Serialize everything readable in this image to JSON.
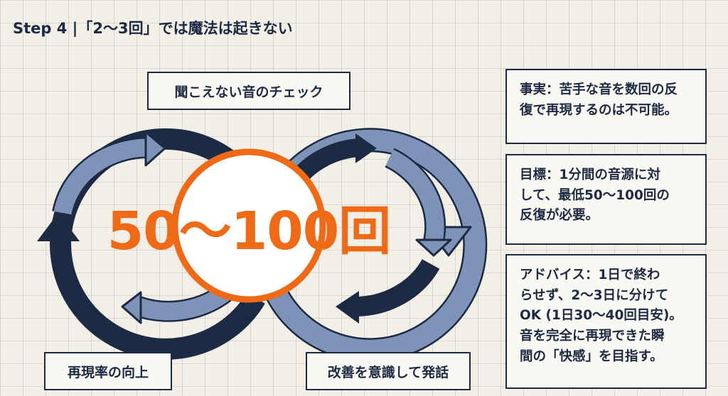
{
  "title": "Step 4 |「2〜3回」では魔法は起きない",
  "labels": {
    "top": "聞こえない音のチェック",
    "bottom_left": "再現率の向上",
    "bottom_right": "改善を意識して発話"
  },
  "center": {
    "text": "50〜100回"
  },
  "info": {
    "fact": [
      "事実：苦手な音を数回の反",
      "復で再現するのは不可能。"
    ],
    "goal": [
      "目標：1分間の音源に対",
      "して、最低50〜100回の",
      "反復が必要。"
    ],
    "advice": [
      "アドバイス：1日で終わ",
      "らせず、2〜3日に分けて",
      "OK (1日30〜40回目安)。",
      "音を完全に再現できた瞬",
      "間の「快感」を目指す。"
    ]
  },
  "colors": {
    "navy": "#1c2a44",
    "steel": "#7d93b8",
    "accent": "#ee6a17",
    "background": "#f3efe6"
  }
}
